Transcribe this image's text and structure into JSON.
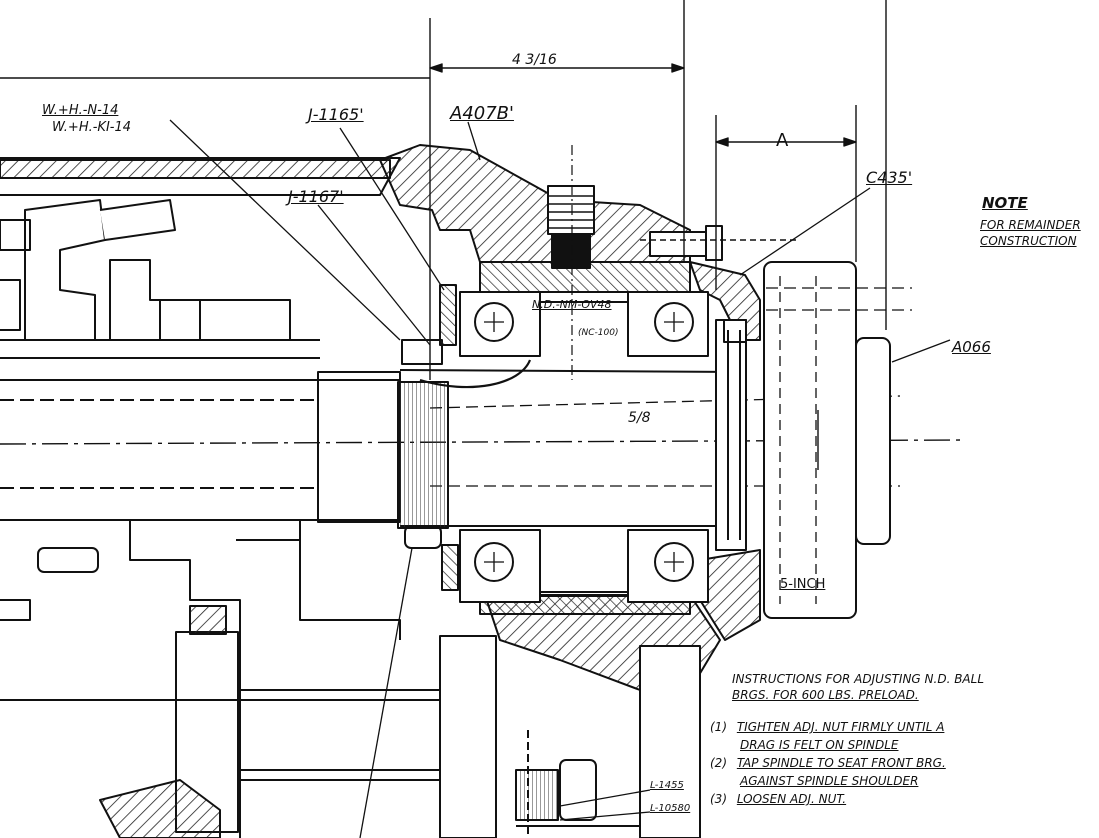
{
  "callouts": {
    "wh_top": "W.+H.-N-14",
    "wh_bottom": "W.+H.-KI-14",
    "j1165": "J-1165'",
    "a407b": "A407B'",
    "j1167": "J-1167'",
    "c435": "C435'",
    "a066": "A066",
    "bearing_code": "N.D.-NM-OV48",
    "bearing_sub": "(NC-100)",
    "fraction": "5/8",
    "dim_top": "4 3/16",
    "dim_a": "A",
    "five_inch": "5-INCH",
    "l1455": "L-1455",
    "l1058": "L-10580"
  },
  "note": {
    "title": "NOTE",
    "line1": "FOR REMAINDER",
    "line2": "CONSTRUCTION"
  },
  "instructions": {
    "title_line1": "INSTRUCTIONS FOR ADJUSTING N.D. BALL",
    "title_line2": "BRGS. FOR 600 LBS. PRELOAD.",
    "steps": [
      {
        "num": "(1)",
        "line1": "TIGHTEN ADJ. NUT FIRMLY UNTIL A",
        "line2": "DRAG IS FELT ON SPINDLE"
      },
      {
        "num": "(2)",
        "line1": "TAP SPINDLE TO SEAT FRONT BRG.",
        "line2": "AGAINST SPINDLE SHOULDER"
      },
      {
        "num": "(3)",
        "line1": "LOOSEN ADJ. NUT.",
        "line2": ""
      }
    ]
  }
}
